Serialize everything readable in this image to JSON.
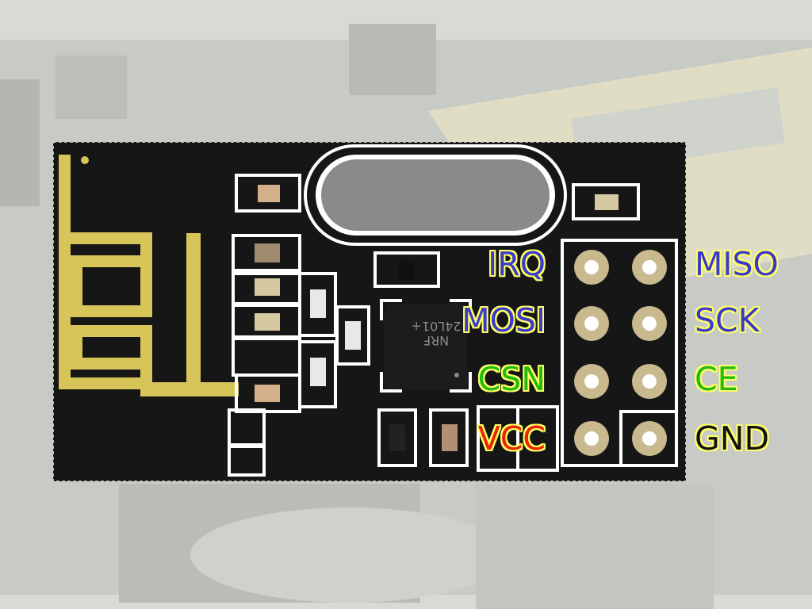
{
  "colors": {
    "board": "#161616",
    "silkscreen": "#ffffff",
    "gold": "#d8c55a",
    "pad": "#d4c9a0",
    "label_outline": "#ffff66"
  },
  "chip": {
    "line1": "NRF",
    "line2": "24L01+"
  },
  "pins_left": [
    {
      "name": "IRQ",
      "color": "#3a3acc"
    },
    {
      "name": "MOSI",
      "color": "#3a3acc"
    },
    {
      "name": "CSN",
      "color": "#22bb11"
    },
    {
      "name": "VCC",
      "color": "#ee2200"
    }
  ],
  "pins_right": [
    {
      "name": "MISO",
      "color": "#3a3acc"
    },
    {
      "name": "SCK",
      "color": "#3a3acc"
    },
    {
      "name": "CE",
      "color": "#22bb11"
    },
    {
      "name": "GND",
      "color": "#111111"
    }
  ]
}
